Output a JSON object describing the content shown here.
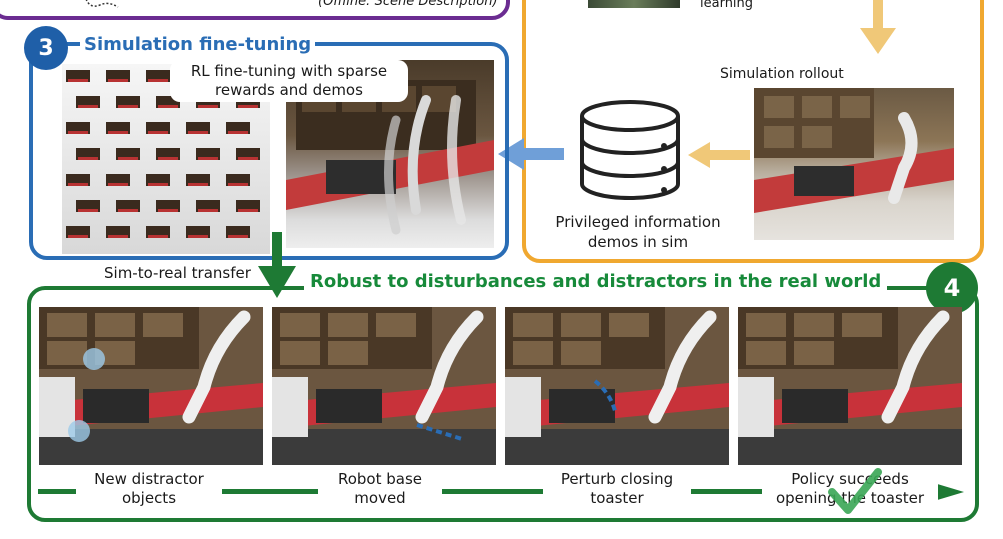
{
  "top_left": {
    "caption": "(Offline: Scene Description)"
  },
  "top_right": {
    "small_label": "learning"
  },
  "section3": {
    "number": "3",
    "title": "Simulation fine-tuning",
    "rl_label_line1": "RL fine-tuning with sparse",
    "rl_label_line2": "rewards and demos",
    "transfer_label": "Sim-to-real transfer"
  },
  "sim_panel": {
    "rollout_label": "Simulation rollout",
    "db_label_line1": "Privileged information",
    "db_label_line2": "demos in sim"
  },
  "section4": {
    "number": "4",
    "title": "Robust to disturbances and distractors in the real world",
    "captions": [
      {
        "line1": "New distractor",
        "line2": "objects"
      },
      {
        "line1": "Robot base",
        "line2": "moved"
      },
      {
        "line1": "Perturb closing",
        "line2": "toaster"
      },
      {
        "line1": "Policy succeeds",
        "line2": "opening the toaster"
      }
    ]
  },
  "colors": {
    "purple": "#6b2c91",
    "blue": "#2a6db5",
    "orange": "#f0a830",
    "green": "#1e7a34",
    "arrow_blue": "#6f9fd8",
    "arrow_yellow": "#f0c878",
    "text_green": "#178a3a"
  },
  "icons": [
    "database-icon",
    "checkmark-icon"
  ]
}
